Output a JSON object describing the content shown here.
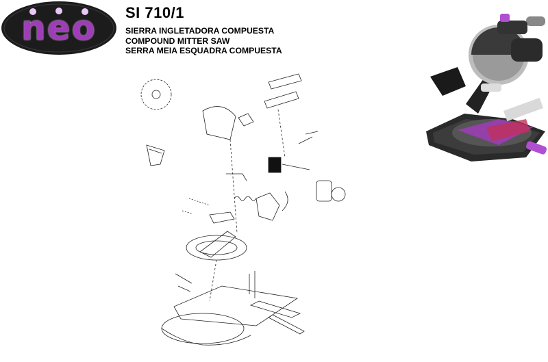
{
  "brand": {
    "logo_text": "neo"
  },
  "header": {
    "model": "SI 710/1",
    "titles": [
      "SIERRA INGLETADORA COMPUESTA",
      "COMPOUND MITTER SAW",
      "SERRA MEIA ESQUADRA COMPUESTA"
    ]
  },
  "colors": {
    "accent": "#9f3db9",
    "logo_bg": "#1c1c1c"
  },
  "images": {
    "product_photo": "compound-miter-saw-photo",
    "exploded_view": "exploded-parts-diagram"
  }
}
